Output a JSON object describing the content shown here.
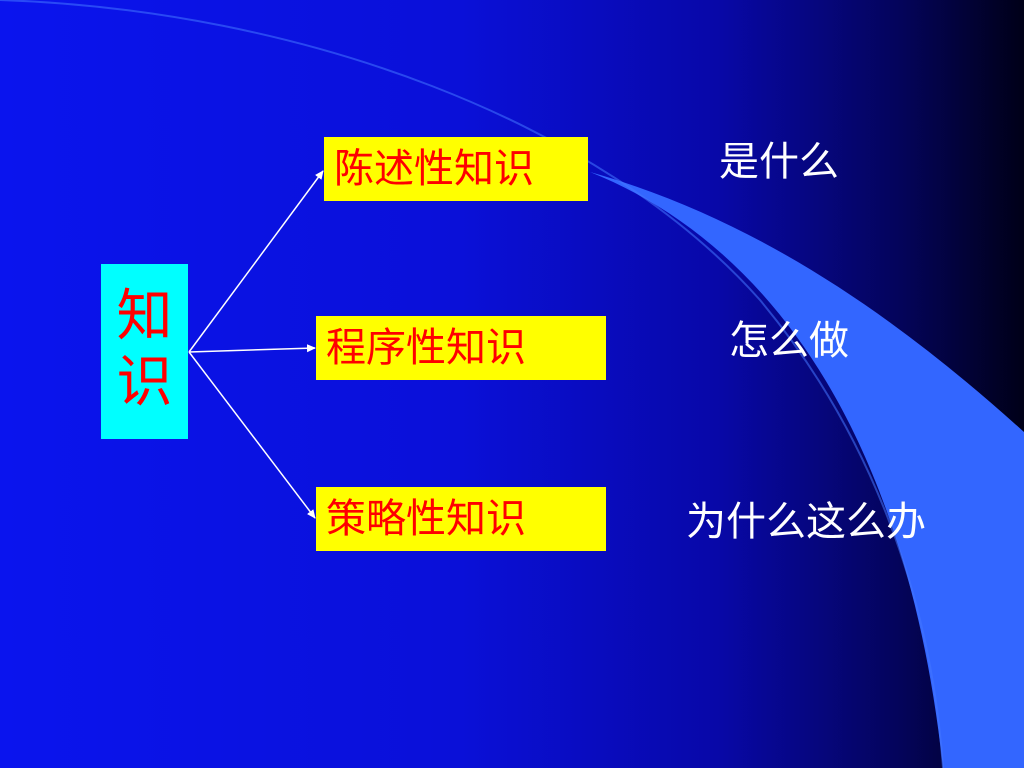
{
  "root": {
    "chars": [
      "知",
      "识"
    ]
  },
  "branches": [
    {
      "label": "陈述性知识",
      "description": "是什么"
    },
    {
      "label": "程序性知识",
      "description": "怎么做"
    },
    {
      "label": "策略性知识",
      "description": "为什么这么办"
    }
  ],
  "colors": {
    "root_box": "#00ffff",
    "branch_box": "#ffff00",
    "box_text": "#ff0000",
    "description_text": "#ffffff",
    "arrow": "#ffffff",
    "swoosh": "#3366ff"
  }
}
